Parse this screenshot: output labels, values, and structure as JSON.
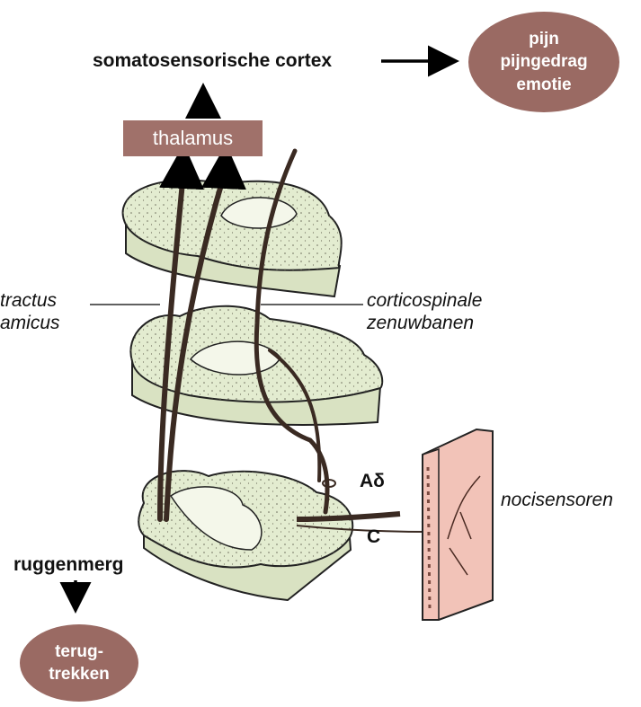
{
  "labels": {
    "cortex": "somatosensorische cortex",
    "thalamus": "thalamus",
    "tractus_line1": "tractus",
    "tractus_line2": "amicus",
    "corticospinal_line1": "corticospinale",
    "corticospinal_line2": "zenuwbanen",
    "a_delta": "Aδ",
    "c_fiber": "C",
    "nocisensoren": "nocisensoren",
    "ruggenmerg": "ruggenmerg"
  },
  "outcome_pain": [
    "pijn",
    "pijngedrag",
    "emotie"
  ],
  "outcome_reflex": [
    "terug-",
    "trekken"
  ],
  "colors": {
    "spinal_section": "#e3ecd0",
    "outcome_oval": "#9a6a63",
    "thalamus_box": "#a0716a",
    "skin": "#f2c3b8",
    "nerve": "#3a2a22"
  }
}
